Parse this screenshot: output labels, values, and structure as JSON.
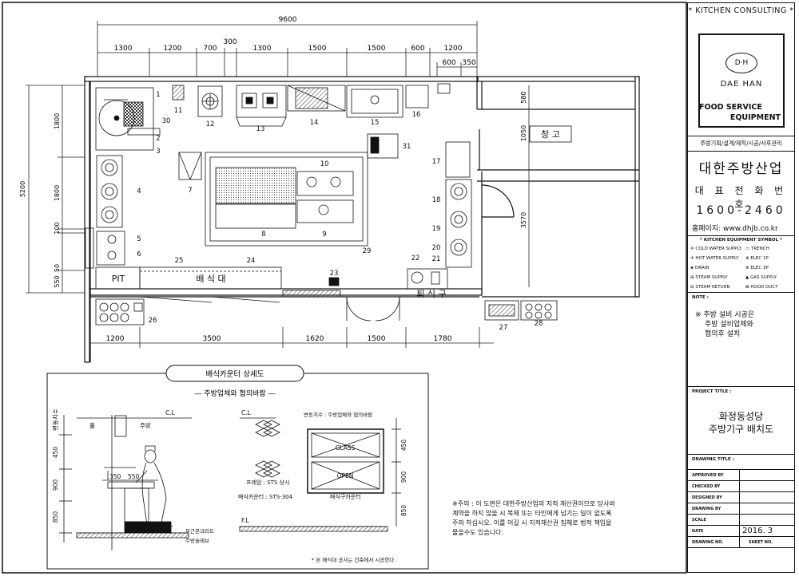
{
  "plan": {
    "top_dims_total": "9600",
    "top_dims": [
      "1300",
      "1200",
      "700",
      "300",
      "1300",
      "1500",
      "1500",
      "600",
      "1200"
    ],
    "storage_dims": [
      "600",
      "350"
    ],
    "left_dims": [
      "1800",
      "1800",
      "100",
      "50",
      "550"
    ],
    "left_total": "5200",
    "bottom_dims": [
      "1200",
      "3500",
      "1620",
      "1500",
      "1780"
    ],
    "right_dims": [
      "580",
      "1050",
      "3570"
    ],
    "pit": "PIT",
    "baesikdae": "배 식 대",
    "toesikgu": "퇴 식 구",
    "changgo": "창 고",
    "eq_numbers": [
      "1",
      "2",
      "3",
      "4",
      "5",
      "6",
      "7",
      "8",
      "9",
      "10",
      "11",
      "12",
      "13",
      "14",
      "15",
      "16",
      "17",
      "18",
      "19",
      "20",
      "21",
      "22",
      "23",
      "24",
      "25",
      "26",
      "27",
      "28",
      "29",
      "30",
      "31"
    ]
  },
  "detail": {
    "title": "배식카운터 상세도",
    "subtitle": "― 주방업체와 협의바람 ―",
    "cl_left": "C.L",
    "cl_right": "C.L",
    "hall": "홀",
    "kitchen": "주방",
    "variable_left": "변동치수",
    "variable_note": "변동치수 : 주방업체와 협의바람",
    "dims_left": [
      "450",
      "900",
      "850"
    ],
    "dims_top": [
      "350",
      "550"
    ],
    "glass": "GLASS",
    "open": "OPEN",
    "dims_right": [
      "450",
      "900",
      "850"
    ],
    "frame_note": "프레임 : STS 샷시",
    "counter_note": "배식카운터 : STS-304",
    "counter_label": "배식구카운터",
    "concrete": "무근콘크리트",
    "slab": "주방슬래브",
    "fl_left": "F.L",
    "fl_right": "F.L",
    "footnote": "* 본 배식대 공사는 건축에서 시공한다."
  },
  "caution": [
    "※주의 : 이 도면은 대한주방산업의 지적 재산권이므로 당사와",
    "계약을 하지 않을 시 복제 또는 타인에게 넘기는 일이 없도록",
    "주의 하십시오. 이를 어길 시 지적재산권 침해로 법적 책임을",
    "물을수도 있습니다."
  ],
  "titleblock": {
    "consulting": "* KITCHEN CONSULTING *",
    "logo_initials": "D·H",
    "logo_name": "DAE HAN",
    "fse1": "FOOD SERVICE",
    "fse2": "EQUIPMENT",
    "services": "주방기획/설계/제작/시공/사후관리",
    "company": "대한주방산업",
    "rep_phone_label": "대 표 전 화 번 호",
    "phone": "1600-2460",
    "homepage": "홈페이지: www.dhjb.co.kr",
    "symbol_title": "* KITCHEN EQUIPMENT SYMBOL *",
    "symbols": [
      "COLD WATER SUPPLY",
      "TRENCH",
      "HOT WATER SUPPLY",
      "ELEC 1P",
      "DRAIN",
      "ELEC 3P",
      "STEAM SUPPLY",
      "GAS SUPPLY",
      "STEAM RETURN",
      "HOOD DUCT"
    ],
    "note_label": "NOTE :",
    "note": [
      "※ 주방 설비 시공은",
      "주방 설비업체와",
      "협의후 설치"
    ],
    "project_label": "PROJECT TITLE :",
    "project": [
      "화정동성당",
      "주방기구 배치도"
    ],
    "drawing_title_label": "DRAWING TITLE :",
    "approved": "APPROVED BY",
    "checked": "CHECKED BY",
    "designed": "DESIGNED BY",
    "drawn": "DRAWING BY",
    "scale": "SCALE",
    "date_label": "DATE",
    "date": "2016. 3",
    "drawing_no": "DRAWING NO.",
    "sheet_no": "SHEET NO."
  }
}
